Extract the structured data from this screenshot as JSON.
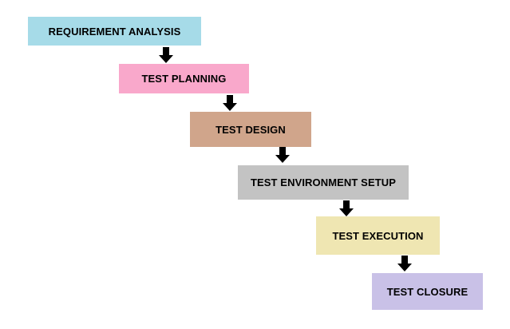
{
  "stages": [
    {
      "label": "REQUIREMENT ANALYSIS",
      "color": "#a6dbe8"
    },
    {
      "label": "TEST PLANNING",
      "color": "#f9a8cb"
    },
    {
      "label": "TEST DESIGN",
      "color": "#d0a58b"
    },
    {
      "label": "TEST ENVIRONMENT SETUP",
      "color": "#c3c3c3"
    },
    {
      "label": "TEST EXECUTION",
      "color": "#efe6b2"
    },
    {
      "label": "TEST CLOSURE",
      "color": "#c9c1e7"
    }
  ],
  "arrow_color": "#000000"
}
